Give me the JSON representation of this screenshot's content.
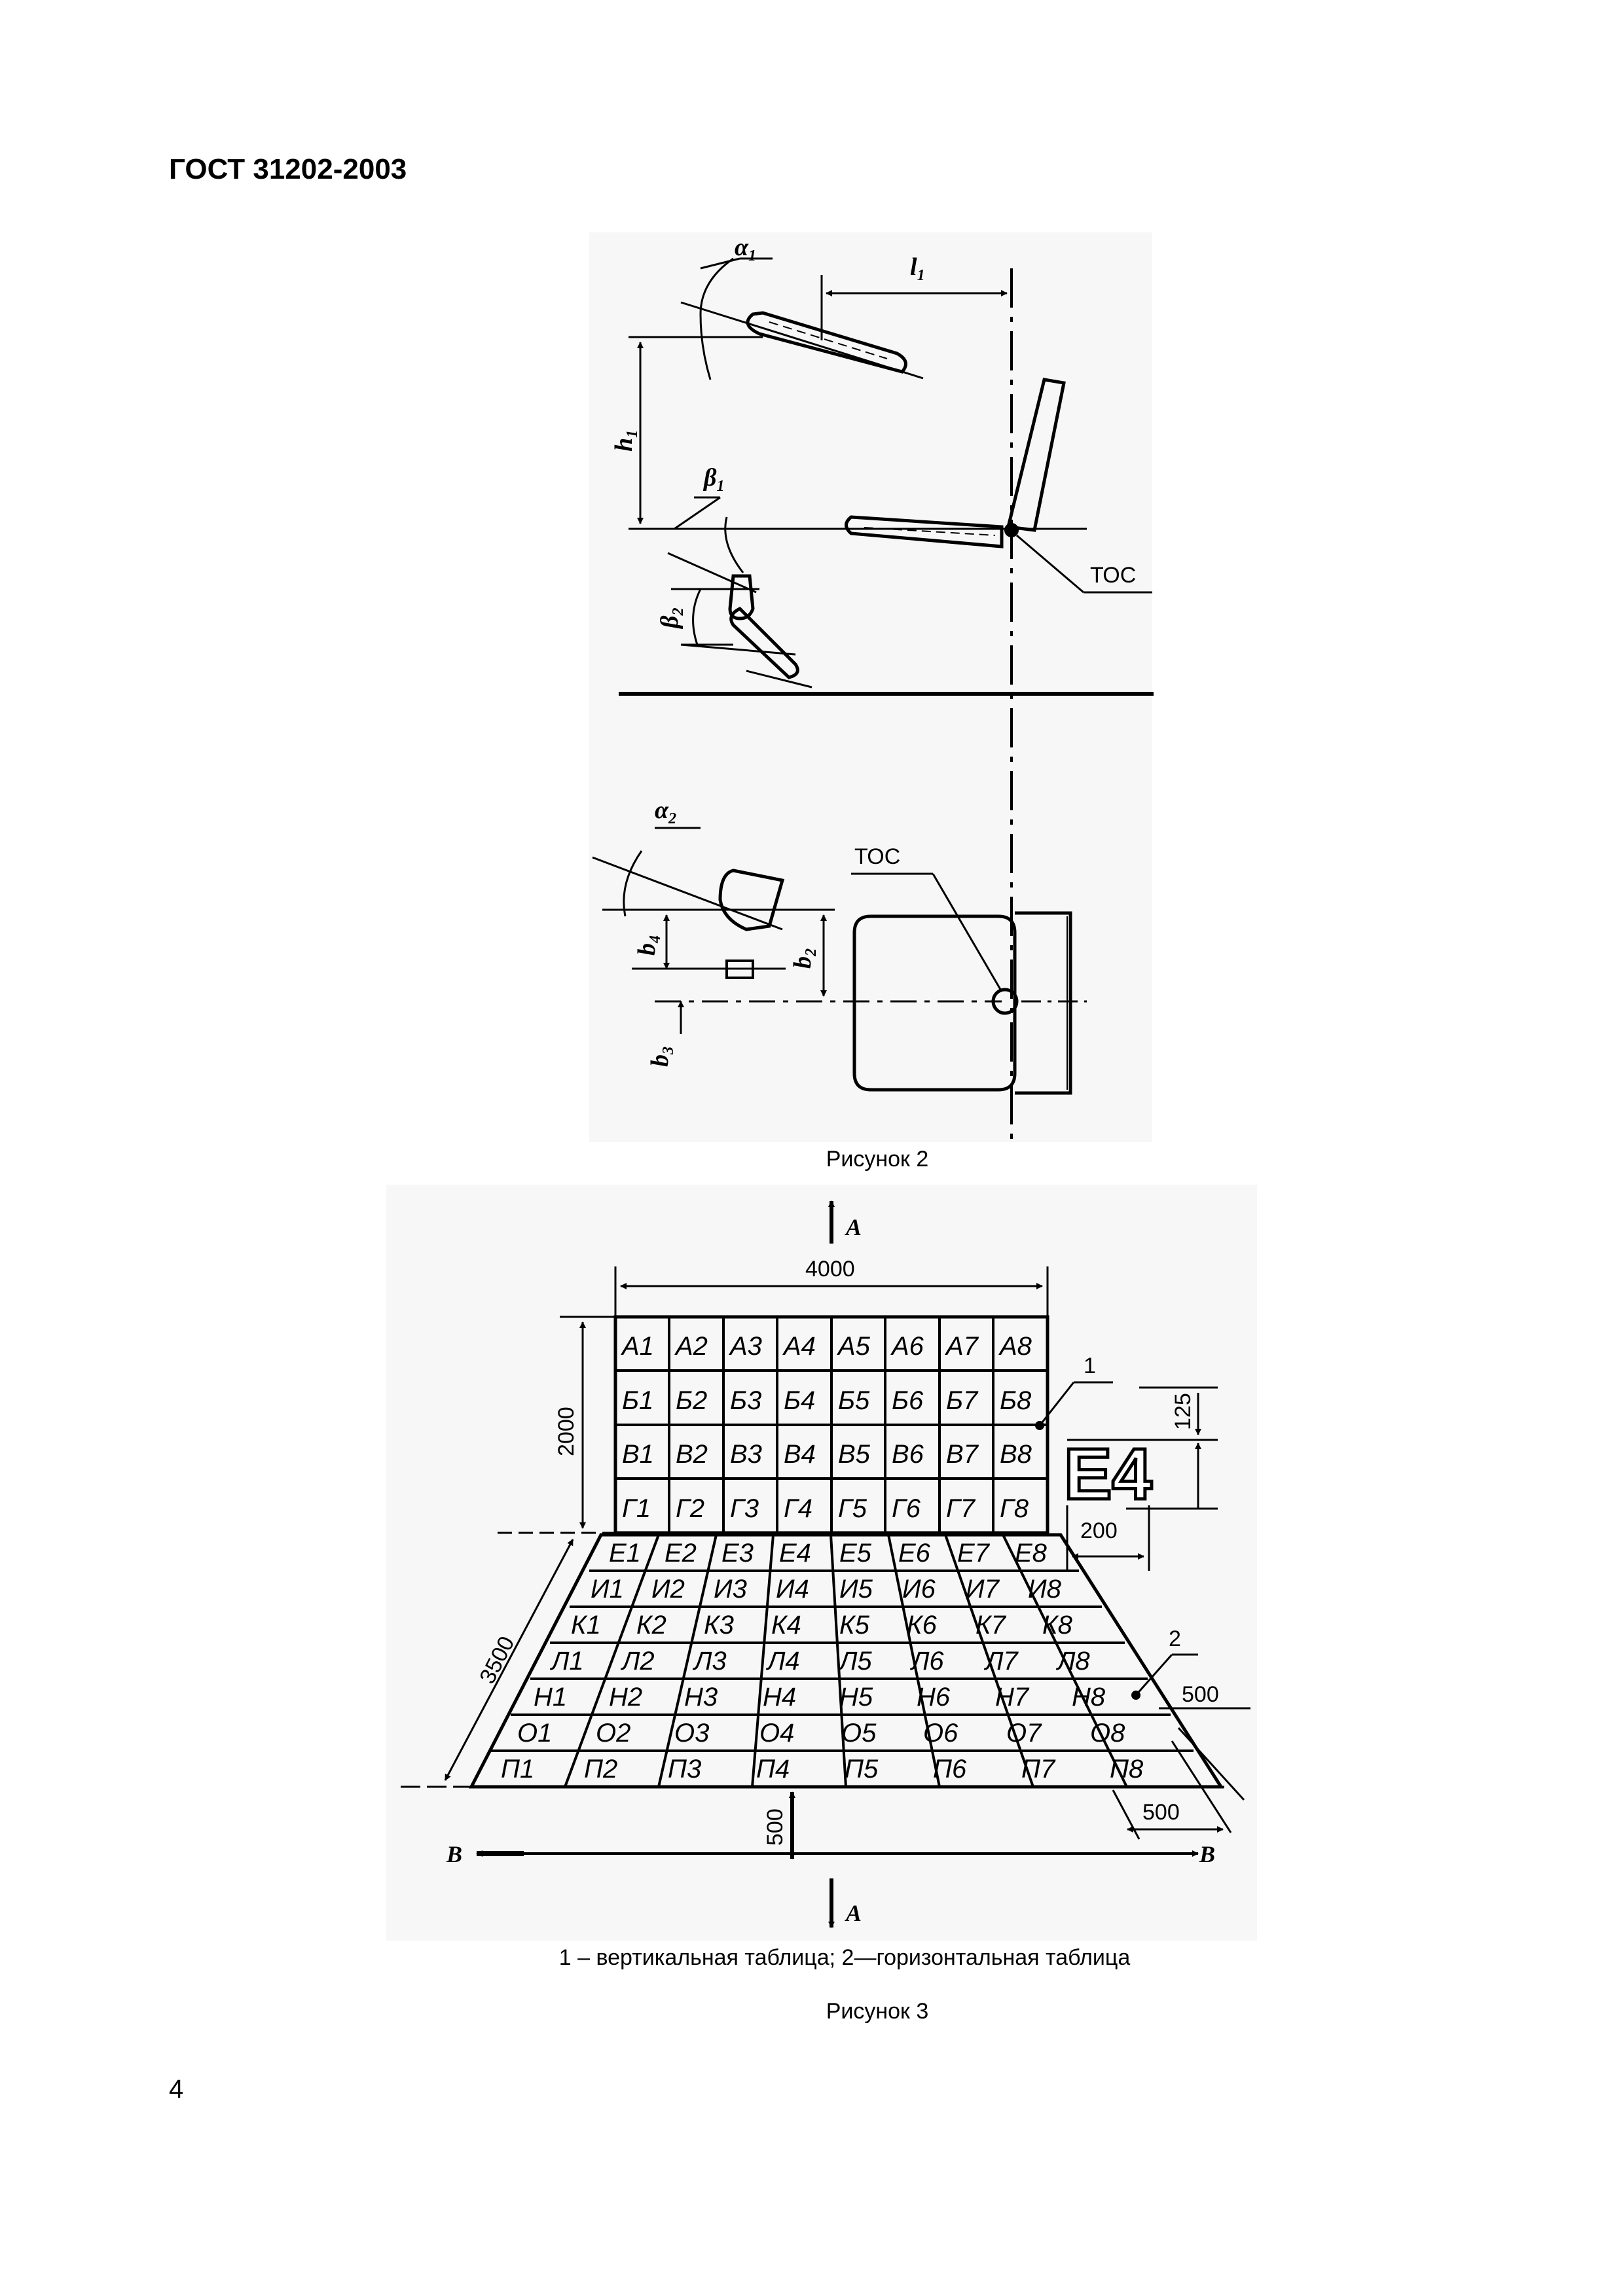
{
  "header": {
    "doc_code": "ГОСТ 31202-2003"
  },
  "figure2": {
    "caption": "Рисунок 2",
    "labels": {
      "alpha1": "α",
      "alpha1_sub": "1",
      "l1": "l",
      "l1_sub": "1",
      "h1": "h",
      "h1_sub": "1",
      "beta1": "β",
      "beta1_sub": "1",
      "beta2": "β",
      "beta2_sub": "2",
      "toc_top": "ТОС",
      "alpha2": "α",
      "alpha2_sub": "2",
      "toc_bottom": "ТОС",
      "b4": "b",
      "b4_sub": "4",
      "b2": "b",
      "b2_sub": "2",
      "b3": "b",
      "b3_sub": "3"
    }
  },
  "figure3": {
    "caption": "Рисунок 3",
    "legend": "1 – вертикальная таблица; 2—горизонтальная таблица",
    "arrow_a_top": "A",
    "arrow_a_bottom": "A",
    "arrow_b_left": "B",
    "arrow_b_right": "B",
    "dim_width": "4000",
    "dim_height": "2000",
    "dim_slope": "3500",
    "dim_125": "125",
    "dim_200": "200",
    "dim_500_right": "500",
    "dim_500_corner": "500",
    "dim_500_bottom": "500",
    "callout_1": "1",
    "callout_2": "2",
    "sample_glyph": "E4",
    "vertical_rows": [
      [
        "А1",
        "А2",
        "А3",
        "А4",
        "А5",
        "А6",
        "А7",
        "А8"
      ],
      [
        "Б1",
        "Б2",
        "Б3",
        "Б4",
        "Б5",
        "Б6",
        "Б7",
        "Б8"
      ],
      [
        "В1",
        "В2",
        "В3",
        "В4",
        "В5",
        "В6",
        "В7",
        "В8"
      ],
      [
        "Г1",
        "Г2",
        "Г3",
        "Г4",
        "Г5",
        "Г6",
        "Г7",
        "Г8"
      ]
    ],
    "horizontal_rows": [
      [
        "Е1",
        "Е2",
        "Е3",
        "Е4",
        "Е5",
        "Е6",
        "Е7",
        "Е8"
      ],
      [
        "И1",
        "И2",
        "И3",
        "И4",
        "И5",
        "И6",
        "И7",
        "И8"
      ],
      [
        "К1",
        "К2",
        "К3",
        "К4",
        "К5",
        "К6",
        "К7",
        "К8"
      ],
      [
        "Л1",
        "Л2",
        "Л3",
        "Л4",
        "Л5",
        "Л6",
        "Л7",
        "Л8"
      ],
      [
        "Н1",
        "Н2",
        "Н3",
        "Н4",
        "Н5",
        "Н6",
        "Н7",
        "Н8"
      ],
      [
        "О1",
        "О2",
        "О3",
        "О4",
        "О5",
        "О6",
        "О7",
        "О8"
      ],
      [
        "П1",
        "П2",
        "П3",
        "П4",
        "П5",
        "П6",
        "П7",
        "П8"
      ]
    ]
  },
  "page": {
    "number": "4"
  }
}
